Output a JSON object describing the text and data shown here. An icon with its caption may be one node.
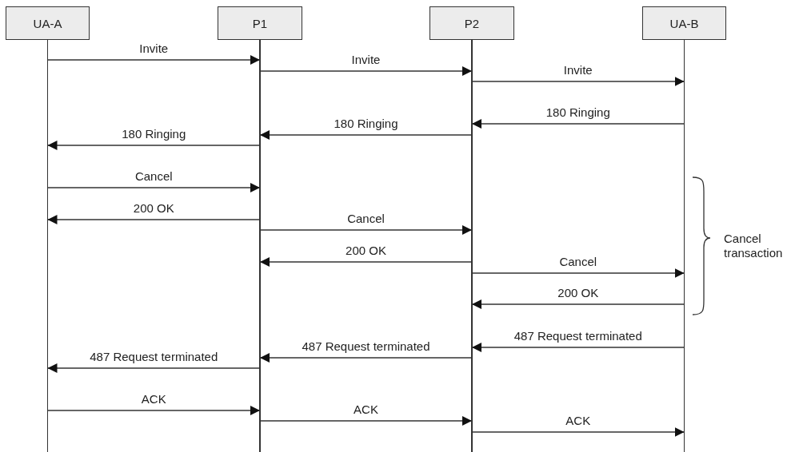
{
  "diagram": {
    "nodes": [
      {
        "text": [
          "UA-A"
        ]
      },
      {
        "text": [
          "P1"
        ]
      },
      {
        "text": [
          "P2"
        ]
      },
      {
        "text": [
          "UA-B"
        ]
      }
    ],
    "edges": [
      {
        "from": 0,
        "to": 1,
        "arrow": "to",
        "label": "Invite"
      },
      {
        "from": 1,
        "to": 2,
        "arrow": "to",
        "label": "Invite"
      },
      {
        "from": 2,
        "to": 3,
        "arrow": "to",
        "label": "Invite"
      },
      {
        "from": 3,
        "to": 2,
        "arrow": "to",
        "label": "180 Ringing"
      },
      {
        "from": 2,
        "to": 1,
        "arrow": "to",
        "label": "180 Ringing"
      },
      {
        "from": 1,
        "to": 0,
        "arrow": "to",
        "label": "180 Ringing"
      },
      {
        "from": 0,
        "to": 1,
        "arrow": "to",
        "label": "Cancel"
      },
      {
        "from": 1,
        "to": 0,
        "arrow": "to",
        "label": "200 OK"
      },
      {
        "from": 1,
        "to": 2,
        "arrow": "to",
        "label": "Cancel"
      },
      {
        "from": 2,
        "to": 1,
        "arrow": "to",
        "label": "200 OK"
      },
      {
        "from": 2,
        "to": 3,
        "arrow": "to",
        "label": "Cancel"
      },
      {
        "from": 3,
        "to": 2,
        "arrow": "to",
        "label": "200 OK"
      },
      {
        "from": 3,
        "to": 2,
        "arrow": "to",
        "label": "487 Request terminated"
      },
      {
        "from": 2,
        "to": 1,
        "arrow": "to",
        "label": "487 Request terminated"
      },
      {
        "from": 1,
        "to": 0,
        "arrow": "to",
        "label": "487 Request terminated"
      },
      {
        "from": 0,
        "to": 1,
        "arrow": "to",
        "label": "ACK"
      },
      {
        "from": 1,
        "to": 2,
        "arrow": "to",
        "label": "ACK"
      },
      {
        "from": 2,
        "to": 3,
        "arrow": "to",
        "label": "ACK"
      }
    ],
    "labels": [
      "Cancel transaction"
    ]
  }
}
